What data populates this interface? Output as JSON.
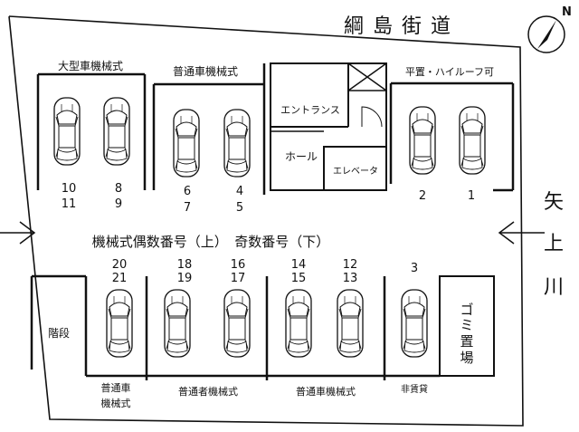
{
  "street_top": "綱島街道",
  "compass": "N",
  "river_right": [
    "矢",
    "上",
    "川"
  ],
  "labels": {
    "large_mech": "大型車機械式",
    "std_mech_top": "普通車機械式",
    "flat_high_roof": "平置・ハイルーフ可",
    "entrance": "エントランス",
    "hall": "ホール",
    "elevator": "エレベータ",
    "aisle_main": "機械式偶数番号（上）　奇数番号（下）",
    "stairs": "階段",
    "std_mech_bl_line1": "普通車",
    "std_mech_bl_line2": "機械式",
    "std_mech_bm": "普通者機械式",
    "std_mech_br": "普通車機械式",
    "not_for_rent": "非賃貸",
    "garbage": [
      "ゴ",
      "ミ",
      "置",
      "場"
    ]
  },
  "slot_numbers": {
    "n10": "10",
    "n11": "11",
    "n8": "8",
    "n9": "9",
    "n6": "6",
    "n7": "7",
    "n4": "4",
    "n5": "5",
    "n2": "2",
    "n1": "1",
    "n20": "20",
    "n21": "21",
    "n18": "18",
    "n19": "19",
    "n16": "16",
    "n17": "17",
    "n14": "14",
    "n15": "15",
    "n12": "12",
    "n13": "13",
    "n3": "3"
  },
  "colors": {
    "ink": "#111111",
    "paper": "#ffffff"
  }
}
